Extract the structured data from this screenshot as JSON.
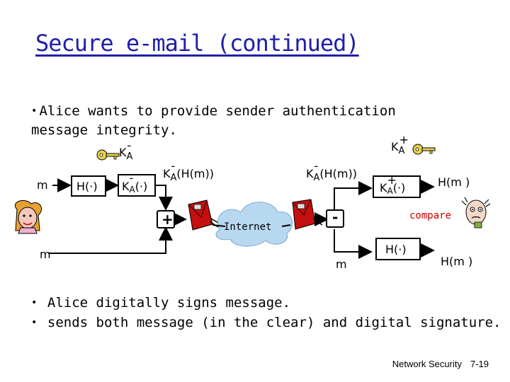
{
  "title": "Secure e-mail (continued)",
  "intro_bullet": "Alice wants to provide sender authentication message integrity.",
  "diagram": {
    "m_left": "m",
    "hash_box": "H(·)",
    "sign_box_k": "K",
    "sign_box_sub": "A",
    "sign_box_sup": "-",
    "sign_box_fn": "(·)",
    "key_left_k": "K",
    "key_left_sub": "A",
    "key_left_sup": "-",
    "signed_k": "K",
    "signed_sub": "A",
    "signed_sup": "-",
    "signed_fn": "(H(m))",
    "plus_sign": "+",
    "m_lower_left": "m",
    "internet": "Internet",
    "minus_sign": "-",
    "recv_signed_k": "K",
    "recv_signed_sub": "A",
    "recv_signed_sup": "-",
    "recv_signed_fn": "(H(m))",
    "key_right_k": "K",
    "key_right_sub": "A",
    "key_right_sup": "+",
    "verify_box_k": "K",
    "verify_box_sub": "A",
    "verify_box_sup": "+",
    "verify_box_fn": "(·)",
    "hm_top": "H(m )",
    "compare": "compare",
    "m_lower_right": "m",
    "hash_box_right": "H(·)",
    "hm_bottom": "H(m )"
  },
  "bottom_bullets": [
    "Alice digitally signs message.",
    "sends both message (in the clear) and digital signature."
  ],
  "footer": {
    "course": "Network Security",
    "page": "7-19"
  },
  "colors": {
    "title": "#1f1fa8",
    "key": "#e8d44d",
    "envelope": "#c41010",
    "cloud": "#b8d8f0",
    "compare": "#cc0000"
  }
}
